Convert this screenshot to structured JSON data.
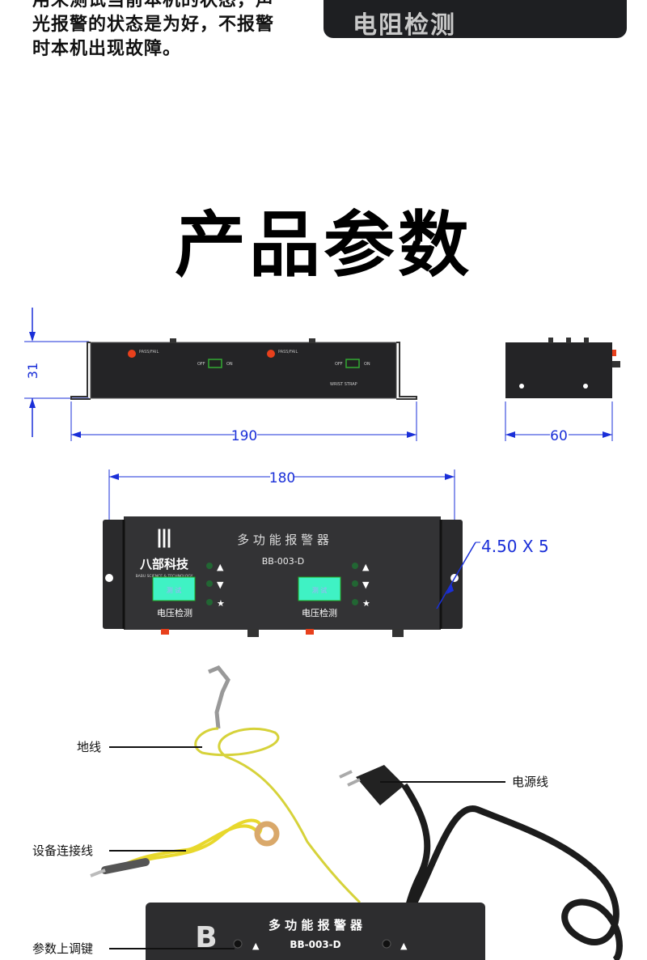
{
  "intro": {
    "lines": [
      "用来测试当前本机的状态，声",
      "光报警的状态是为好，不报警",
      "时本机出现故障。"
    ],
    "panel_label": "电阻检测"
  },
  "section_title": "产品参数",
  "top_view": {
    "dim_height": "31",
    "dim_length": "190",
    "dim_depth": "60",
    "led_label": "PASS/FAIL",
    "switch_off": "OFF",
    "switch_on": "ON",
    "wrist_label": "WRIST STRAP"
  },
  "front_view": {
    "dim_width": "180",
    "hole_spec": "4.50 X 5",
    "brand": "八部科技",
    "brand_en": "BABU SCIENCE & TECHNOLOGY",
    "title": "多 功 能 报 警 器",
    "model": "BB-003-D",
    "channel_label": "电压检测",
    "display_text": "测 试"
  },
  "photo": {
    "labels": {
      "ground": "地线",
      "power": "电源线",
      "device_cable": "设备连接线",
      "up_key": "参数上调键"
    },
    "title": "多 功 能 报 警 器",
    "model": "BB-003-D"
  },
  "colors": {
    "dim_blue": "#1a2fd8",
    "display": "#3ff2c4",
    "led_red": "#e8401c",
    "body": "#2a2a2c"
  }
}
